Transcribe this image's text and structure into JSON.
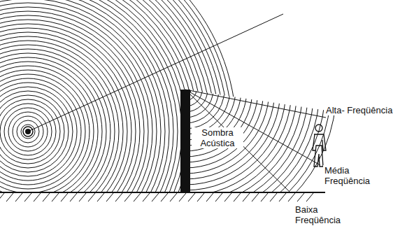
{
  "diagram": {
    "labels": [
      "Alta- Freqüência",
      "Média Freqüência",
      "Sombra Acústica",
      "Baixa Freqüência"
    ]
  }
}
